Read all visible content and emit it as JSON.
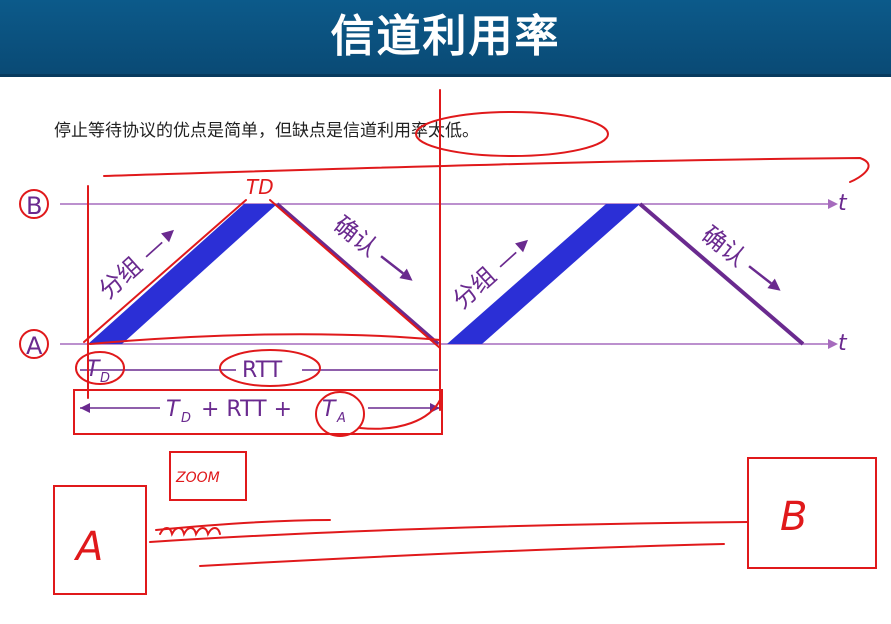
{
  "slide": {
    "title": "信道利用率",
    "intro": "停止等待协议的优点是简单，但缺点是信道利用率太低。"
  },
  "diagram": {
    "node_b": "B",
    "node_a": "A",
    "time_axis": "t",
    "packet_label": "分组",
    "ack_label": "确认",
    "rtt_label": "RTT",
    "td_base": "T",
    "td_sub": "D",
    "ta_base": "T",
    "ta_sub": "A",
    "total_text_mid": " + RTT + ",
    "colors": {
      "packet": "#2b2fd6",
      "ack": "#6a2a8f",
      "axis": "#9b59b6",
      "ink": "#e0191b"
    }
  },
  "annotations": {
    "td_hand": "TD",
    "zoom_hand": "ZOOM",
    "box_a_hand": "A",
    "box_b_hand": "B"
  }
}
